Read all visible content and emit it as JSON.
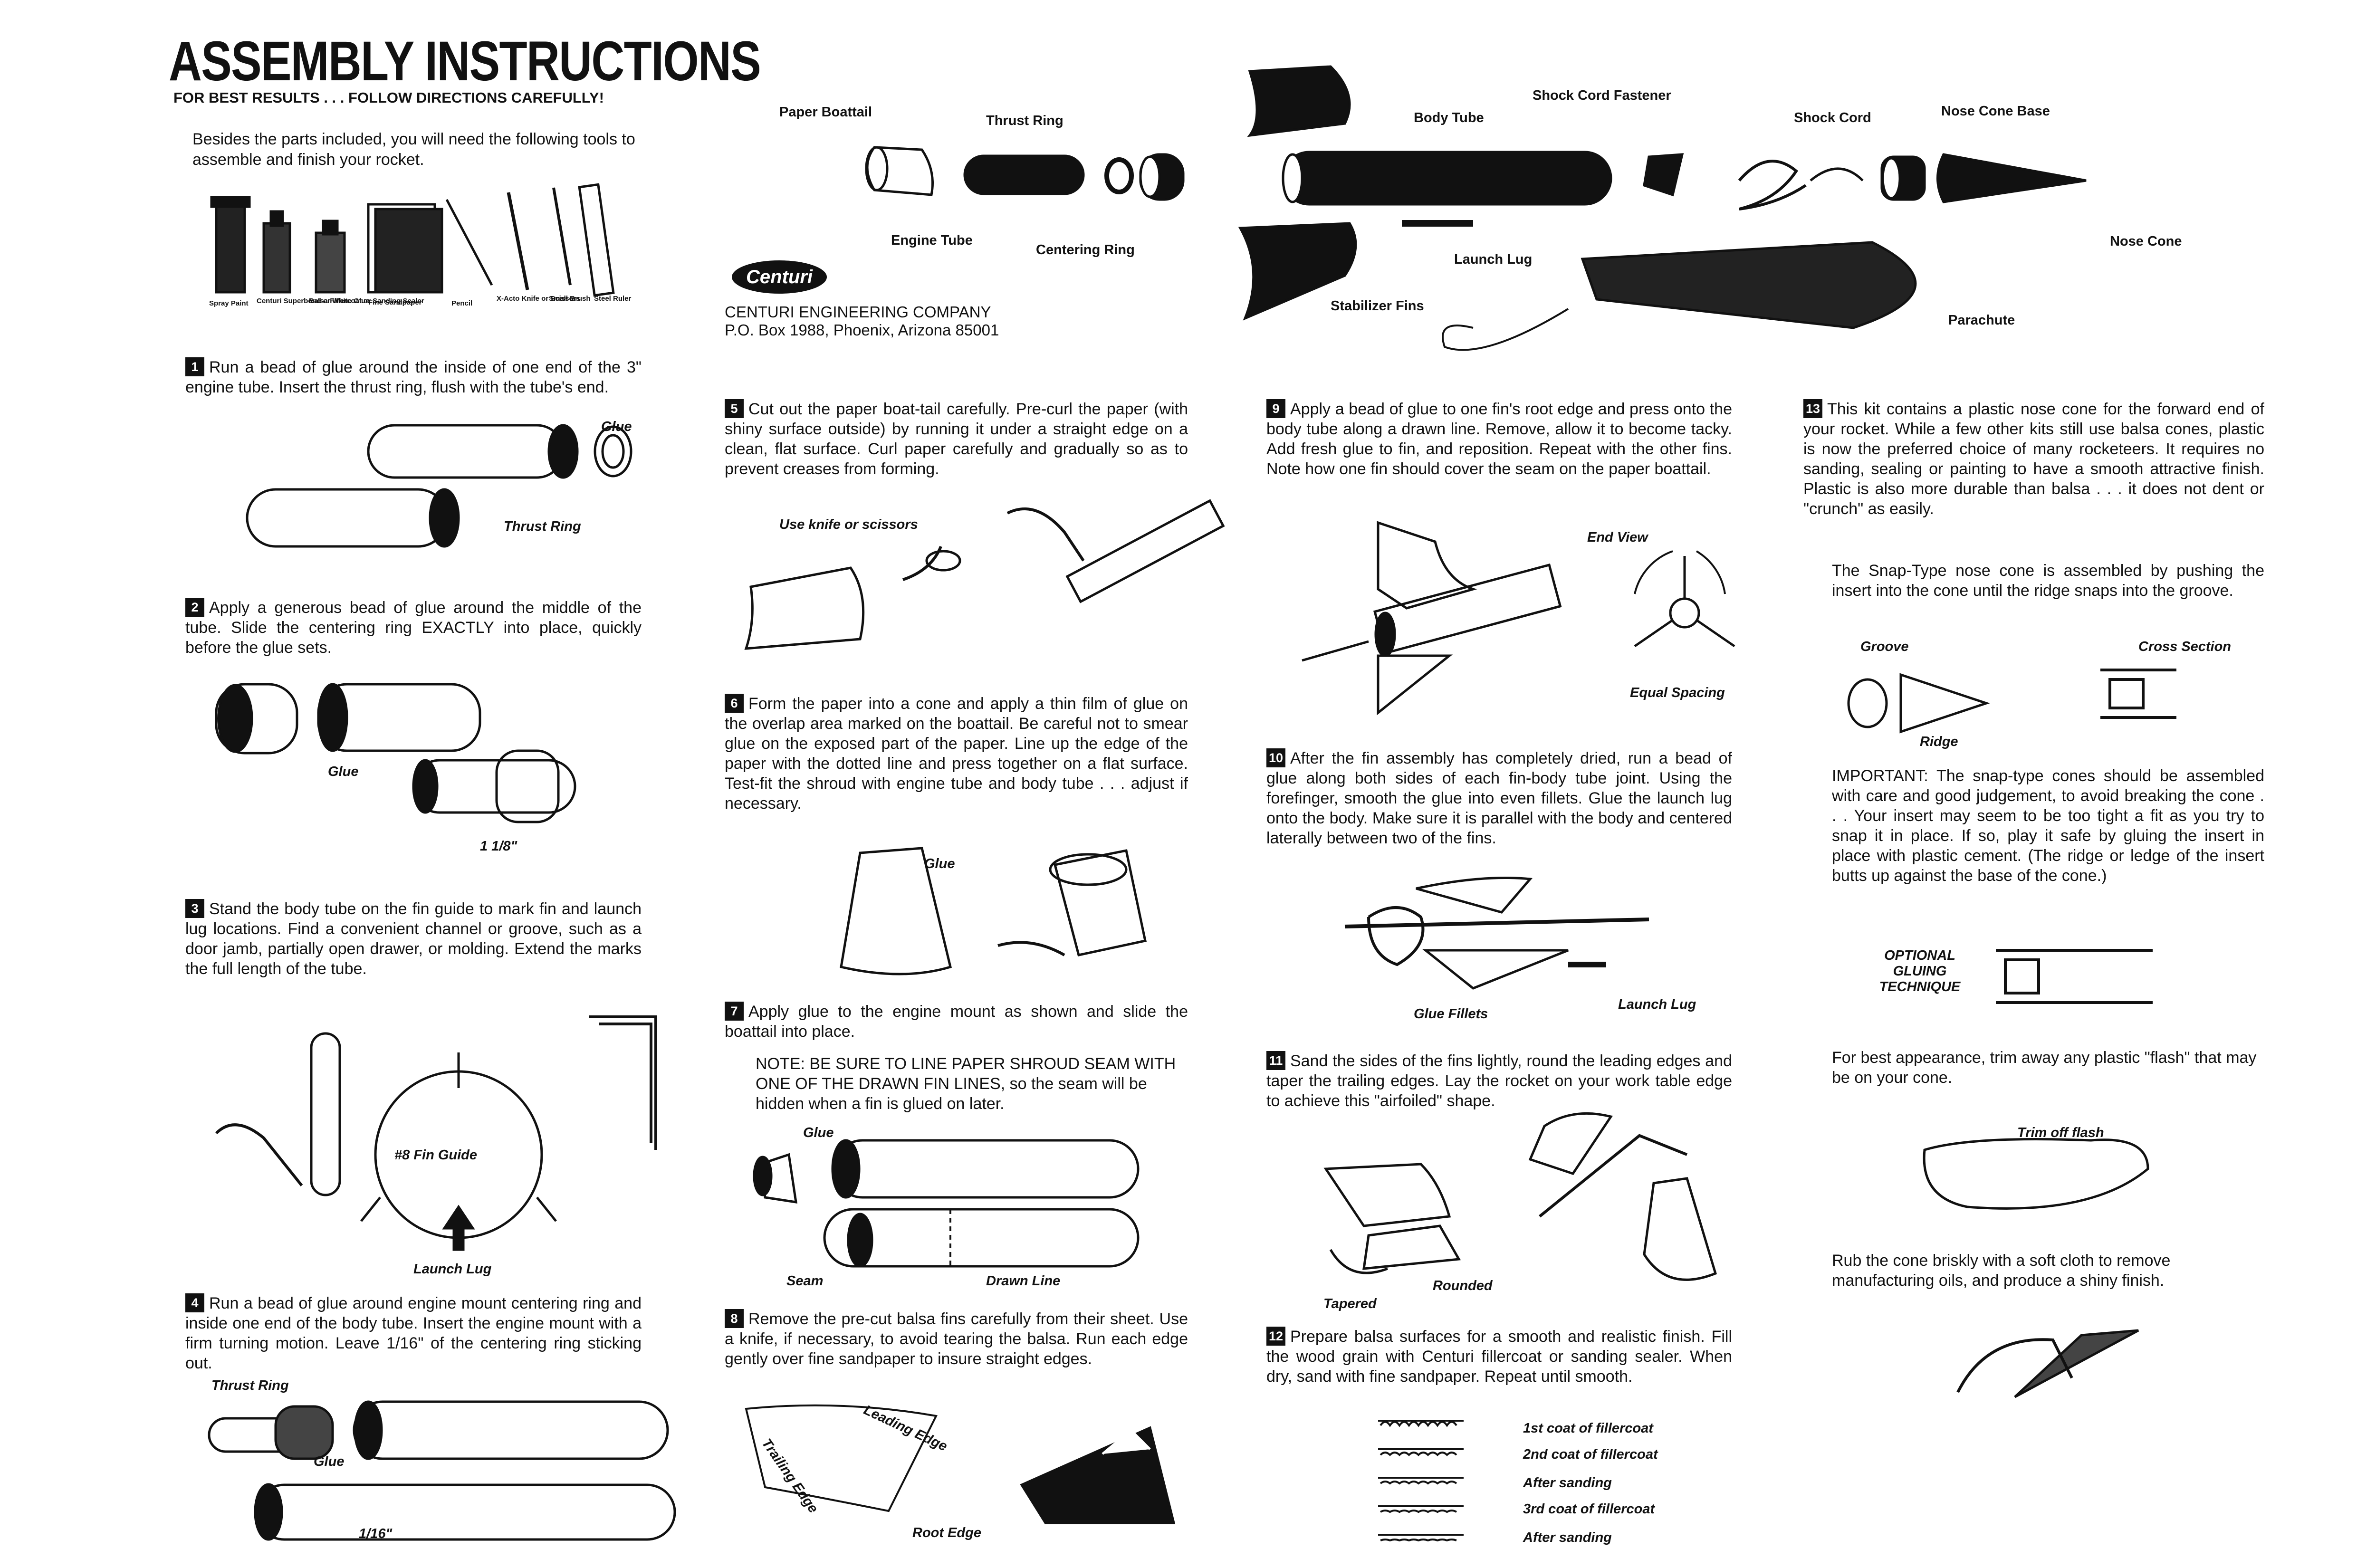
{
  "header": {
    "title": "ASSEMBLY INSTRUCTIONS",
    "subtitle": "FOR BEST RESULTS . . . FOLLOW DIRECTIONS CAREFULLY!",
    "intro": "Besides the parts included, you will need the following tools to assemble and finish your rocket."
  },
  "tools": {
    "spray_paint": "Spray Paint",
    "glue": "Centuri Superbond or White Glue",
    "fillercoat": "Balsa Fillercoat or Sanding Sealer",
    "sandpaper": "Fine Sandpaper",
    "pencil": "Pencil",
    "knife": "X-Acto Knife or Scissors",
    "brush": "Small Brush",
    "ruler": "Steel Ruler"
  },
  "parts": {
    "paper_boattail": "Paper Boattail",
    "thrust_ring": "Thrust Ring",
    "engine_tube": "Engine Tube",
    "centering_ring": "Centering Ring",
    "body_tube": "Body Tube",
    "shock_cord_fastener": "Shock Cord Fastener",
    "shock_cord": "Shock Cord",
    "nose_cone_base": "Nose Cone Base",
    "nose_cone": "Nose Cone",
    "launch_lug": "Launch Lug",
    "stabilizer_fins": "Stabilizer Fins",
    "parachute": "Parachute"
  },
  "company": {
    "logo": "Centuri",
    "name": "CENTURI ENGINEERING COMPANY",
    "address": "P.O. Box 1988, Phoenix, Arizona  85001"
  },
  "steps": [
    {
      "n": "1",
      "text": "Run a bead of glue around the inside of one end of the 3\" engine tube.  Insert the thrust ring, flush with the tube's end."
    },
    {
      "n": "2",
      "text": "Apply a generous bead of glue around the middle of the tube.  Slide the centering ring EXACTLY into place, quickly before the glue sets."
    },
    {
      "n": "3",
      "text": "Stand the body tube on the fin guide to mark fin and launch lug locations.  Find a convenient channel or groove, such as a door jamb, partially open drawer, or molding.  Extend the marks the full length of the tube."
    },
    {
      "n": "4",
      "text": "Run a bead of glue around engine mount centering ring and inside one end of the body tube.  Insert the engine mount with a firm turning motion.  Leave 1/16\" of the centering ring sticking out."
    },
    {
      "n": "5",
      "text": "Cut out the paper boat-tail carefully.  Pre-curl the paper (with shiny surface outside) by running it under a straight edge on a clean, flat surface.  Curl paper carefully and gradually so as to prevent creases from forming."
    },
    {
      "n": "6",
      "text": "Form the paper into a cone and apply a thin film of glue on the overlap area marked on the boattail.  Be careful not to smear glue on the exposed part of the paper.  Line up the edge of the paper with the dotted line and press together on a flat surface.  Test-fit the shroud with engine tube and body tube . . . adjust if necessary."
    },
    {
      "n": "7",
      "text": "Apply glue to the engine mount as shown and slide the boattail into place."
    },
    {
      "n": "8",
      "text": "Remove the pre-cut balsa fins carefully from their sheet.  Use a knife, if necessary, to avoid tearing the balsa.  Run each edge gently over fine sandpaper to insure straight edges."
    },
    {
      "n": "9",
      "text": "Apply a bead of glue to one fin's root edge and press onto the body tube along a drawn line.  Remove, allow it to become tacky.  Add fresh glue to fin, and reposition.  Repeat with the other fins.  Note how one fin should cover the seam on the paper boattail."
    },
    {
      "n": "10",
      "text": "After the fin assembly has completely dried, run a bead of glue along both sides of each fin-body tube joint.  Using the forefinger, smooth the glue into even fillets.  Glue the launch lug onto the body.  Make sure it is parallel with the body and centered laterally between two of the fins."
    },
    {
      "n": "11",
      "text": "Sand the sides of the fins lightly, round the leading edges and taper the trailing edges.  Lay the rocket on your work table edge to achieve this \"airfoiled\" shape."
    },
    {
      "n": "12",
      "text": "Prepare balsa surfaces for a smooth and realistic finish.  Fill the wood grain with Centuri fillercoat or sanding sealer.  When dry, sand with fine sandpaper.  Repeat until smooth."
    },
    {
      "n": "13",
      "text": "This kit contains a plastic nose cone for the forward end of your rocket.  While a few other kits still use balsa cones, plastic is now the preferred choice of many rocketeers.  It requires no sanding, sealing or painting to have a smooth attractive finish.  Plastic is also more durable than balsa . . . it does not dent or \"crunch\" as easily."
    }
  ],
  "step7_note": "NOTE: BE SURE TO LINE PAPER SHROUD SEAM WITH ONE OF THE DRAWN FIN LINES, so the seam will be hidden when a fin is glued on later.",
  "step13_extra": {
    "snap": "The Snap-Type nose cone is assembled by pushing the insert into the cone until the ridge snaps into the groove.",
    "important": "IMPORTANT:  The snap-type cones should be assembled with care and good judgement, to avoid breaking the cone . . . Your insert may seem to be too tight a fit as you try to snap it in place.  If so, play it safe by gluing the insert in place with plastic cement.  (The ridge or ledge of the insert butts up against the base of the cone.)",
    "flash": "For best appearance, trim away any plastic \"flash\" that may be on your cone.",
    "rub": "Rub the cone briskly with a soft cloth to remove manufacturing oils, and produce a shiny finish."
  },
  "labels": {
    "glue": "Glue",
    "thrust_ring": "Thrust Ring",
    "one_eighth": "1 1/8\"",
    "fin_guide": "#8 Fin Guide",
    "launch_lug": "Launch Lug",
    "one_sixteenth": "1/16\"",
    "knife_scissors": "Use knife or scissors",
    "seam": "Seam",
    "drawn_line": "Drawn Line",
    "leading_edge": "Leading Edge",
    "trailing_edge": "Trailing Edge",
    "root_edge": "Root Edge",
    "end_view": "End View",
    "equal_spacing": "Equal Spacing",
    "glue_fillets": "Glue Fillets",
    "rounded": "Rounded",
    "tapered": "Tapered",
    "coat1": "1st coat of fillercoat",
    "coat2": "2nd coat of fillercoat",
    "after_sanding_1": "After sanding",
    "coat3": "3rd coat of fillercoat",
    "after_sanding_2": "After sanding",
    "groove": "Groove",
    "cross_section": "Cross Section",
    "ridge": "Ridge",
    "optional_gluing": "OPTIONAL GLUING TECHNIQUE",
    "trim_flash": "Trim off flash"
  }
}
